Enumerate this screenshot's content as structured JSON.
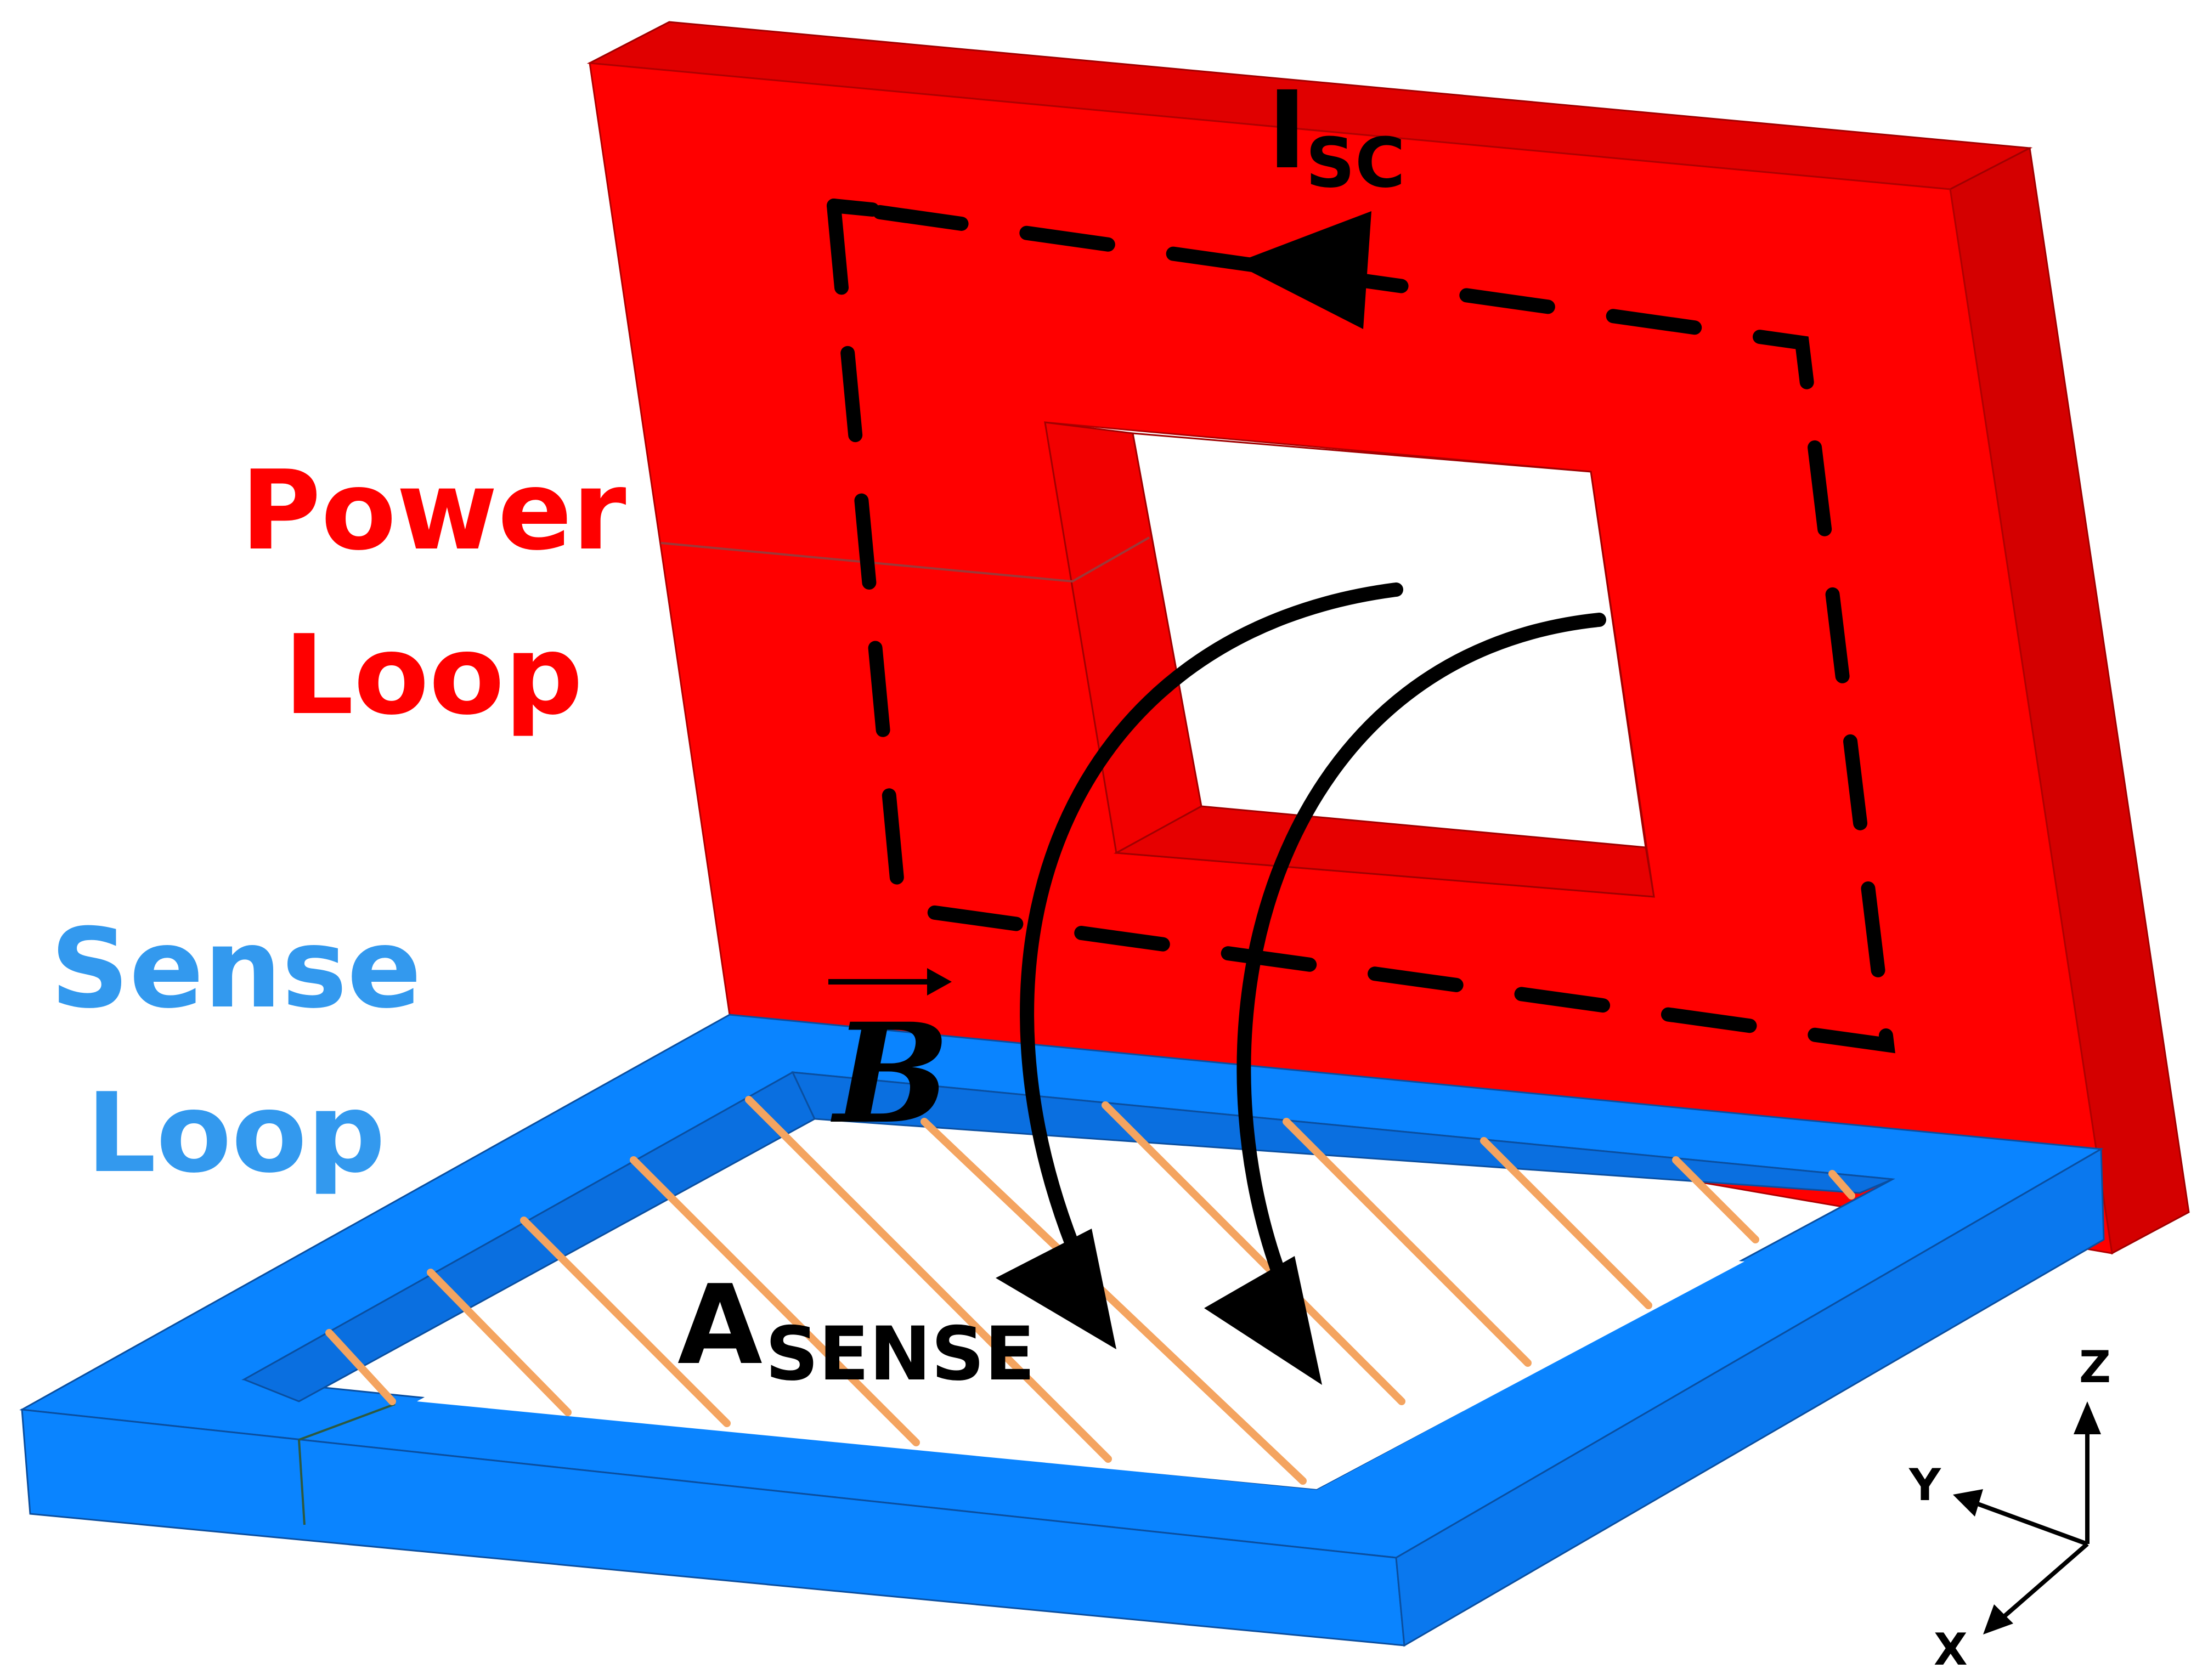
{
  "labels": {
    "power_loop_line1": "Power",
    "power_loop_line2": "Loop",
    "sense_loop_line1": "Sense",
    "sense_loop_line2": "Loop",
    "current_main": "I",
    "current_sub": "SC",
    "field": "B",
    "area_main": "A",
    "area_sub": "SENSE",
    "axis_z": "Z",
    "axis_y": "Y",
    "axis_x": "X"
  },
  "colors": {
    "power_loop": "#ff0000",
    "power_loop_side": "#e80000",
    "sense_loop": "#0a84ff",
    "sense_loop_side": "#0070e0",
    "power_label": "#ff0000",
    "sense_label": "#3399ee",
    "hatch": "#f4a460",
    "arrows": "#000000"
  }
}
